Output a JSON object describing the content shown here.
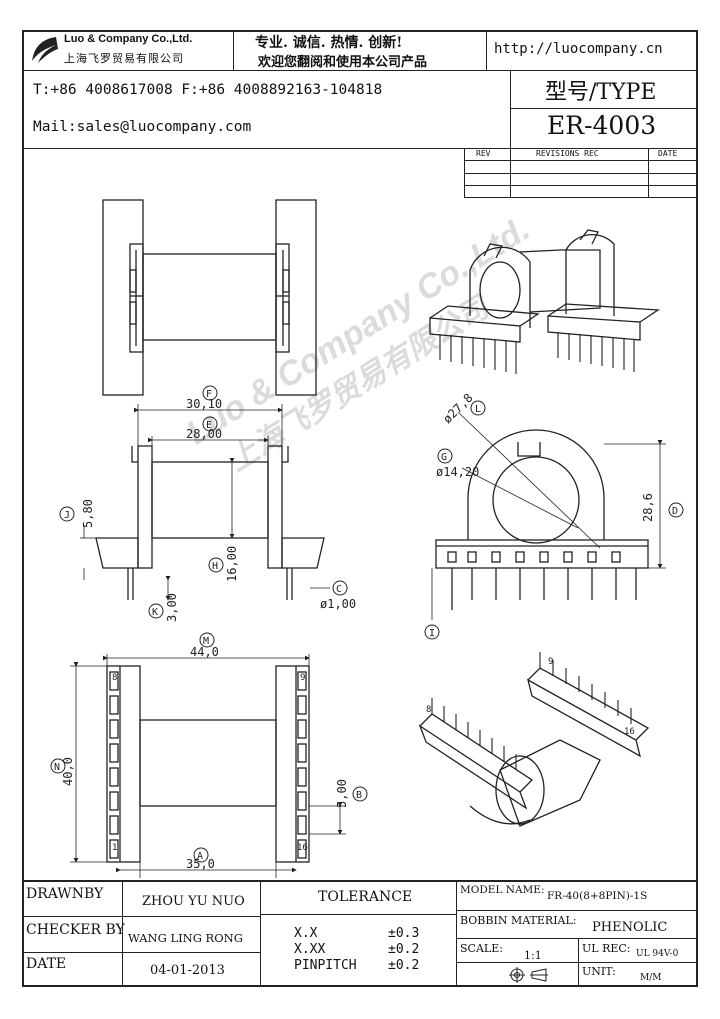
{
  "header": {
    "company_en": "Luo & Company Co.,Ltd.",
    "company_cn": "上海飞罗贸易有限公司",
    "slogan": "专业. 诚信. 热情. 创新!",
    "welcome": "欢迎您翻阅和使用本公司产品",
    "website": "http://luocompany.cn",
    "phone_line": "T:+86 4008617008 F:+86 4008892163-104818",
    "mail_line": "Mail:sales@luocompany.com",
    "type_label": "型号/TYPE",
    "model": "ER-4003"
  },
  "revisions": {
    "col_rev": "REV",
    "col_rec": "REVISIONS REC",
    "col_date": "DATE"
  },
  "watermark": {
    "en": "Luo & Company Co.,Ltd.",
    "cn": "上海飞罗贸易有限公司"
  },
  "dims": {
    "F": "F",
    "F_val": "30,10",
    "E": "E",
    "E_val": "28,00",
    "J": "J",
    "J_val": "5,80",
    "H": "H",
    "H_val": "16,00",
    "C": "C",
    "C_val": "ø1,00",
    "K": "K",
    "K_val": "3,00",
    "L": "L",
    "L_val": "ø27,8",
    "G": "G",
    "G_val": "ø14,20",
    "D": "D",
    "D_val": "28,6",
    "I": "I",
    "M": "M",
    "M_val": "44,0",
    "N": "N",
    "N_val": "40,0",
    "B": "B",
    "B_val": "5,00",
    "A": "A",
    "A_val": "35,0",
    "pin8": "8",
    "pin9": "9",
    "pin1": "1",
    "pin16": "16"
  },
  "iso_labels": {
    "p9": "9",
    "p8": "8",
    "p16": "16"
  },
  "titleblock": {
    "drawnby_label": "DRAWNBY",
    "drawnby": "ZHOU YU NUO",
    "checker_label": "CHECKER BY",
    "checker": "WANG LING RONG",
    "date_label": "DATE",
    "date": "04-01-2013",
    "tolerance_label": "TOLERANCE",
    "tol_xx": "X.X",
    "tol_xx_val": "±0.3",
    "tol_xxx": "X.XX",
    "tol_xxx_val": "±0.2",
    "tol_pin": "PINPITCH",
    "tol_pin_val": "±0.2",
    "model_label": "MODEL NAME:",
    "model_name": "FR-40(8+8PIN)-1S",
    "bobbin_label": "BOBBIN MATERIAL:",
    "bobbin": "PHENOLIC",
    "scale_label": "SCALE:",
    "scale": "1:1",
    "ulrec_label": "UL REC:",
    "ulrec": "UL 94V-0",
    "unit_label": "UNIT:",
    "unit": "M/M"
  }
}
